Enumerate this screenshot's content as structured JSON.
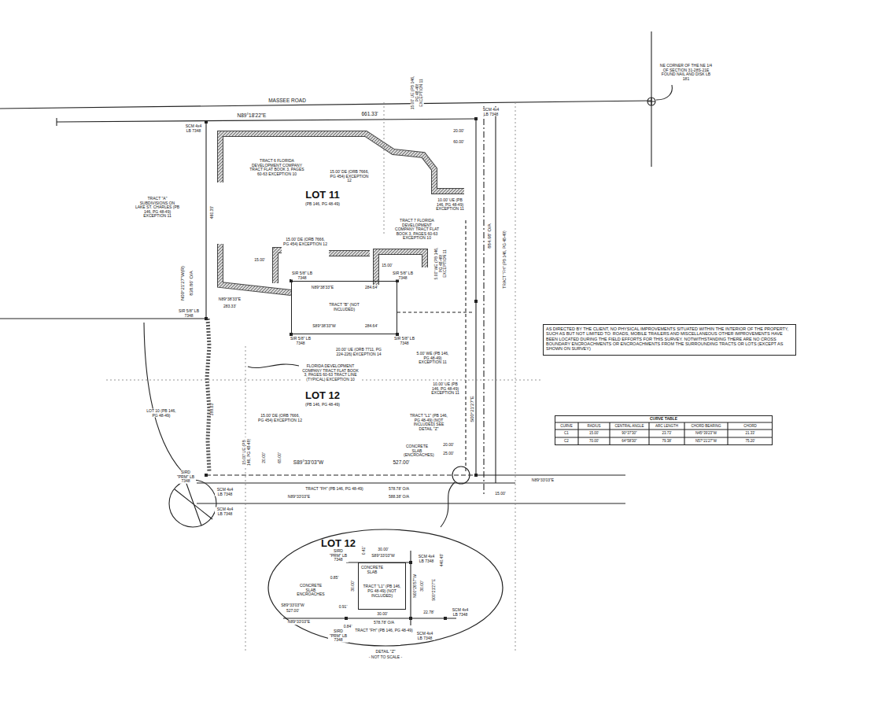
{
  "diagram": {
    "nodes": [
      {
        "text": [
          "TRACT \"B\" (NOT INCLUDED)"
        ]
      },
      {
        "text": [
          "AS DIRECTED BY THE CLIENT, NO PHYSICAL IMPROVEMENTS SITUATED WITHIN THE INTERIOR OF THE PROPERTY, SUCH AS BUT NOT LIMITED TO: ROADS, MOBILE TRAILERS AND MISCELLANEOUS OTHER IMPROVEMENTS HAVE BEEN LOCATED DURING THE FIELD EFFORTS FOR THIS SURVEY. NOTWITHSTANDING THERE ARE NO CROSS BOUNDARY ENCROACHMENTS OR ENCROACHMENTS FROM THE SURROUNDING TRACTS OR LOTS (EXCEPT AS SHOWN ON SURVEY)"
        ]
      },
      {
        "text": [
          "CURVE TABLE"
        ]
      },
      {
        "text": [
          "LOT 12",
          "DETAIL \"Z\"",
          "- NOT TO SCALE -"
        ]
      },
      {
        "text": [
          "TRACT \"L1\" (PB 146, PG 48-49) (NOT INCLUDED)"
        ],
        "in": 3
      }
    ],
    "labels": [
      "MASSEE ROAD",
      "N89°18'22\"E",
      "661.33'",
      "NE CORNER OF THE NE 1/4 OF SECTION 31-28S-21E FOUND NAIL AND DISK LB 181",
      "15.00' UE (PB 146, PG 48-49) EXCEPTION 11",
      "SCM 4x4 LB 7348",
      "SCM 4x4 LB 7348",
      "TRACT 6 FLORIDA DEVELOPMENT COMPANY TRACT FLAT BOOK 3, PAGES 60-63 EXCEPTION 10",
      "15.00' DE (ORB 7666, PG 454) EXCEPTION 12",
      "LOT 11",
      "(PB 146, PG 48-49)",
      "TRACT \"A\" SUBDIVISIONS ON LAKE ST. CHARLES (PB 146, PG 48-49) EXCEPTION 11",
      "460.35'",
      "20.00'",
      "60.00'",
      "10.00' UE (PB 146, PG 48-49) EXCEPTION 11",
      "TRACT 7 FLORIDA DEVELOPMENT COMPANY TRACT FLAT BOOK 3, PAGES 60-63 EXCEPTION 10",
      "15.00' DE (ORB 7666, PG 454) EXCEPTION 12",
      "15.00'",
      "15.00'",
      "5.00' WE (PB 146, PG 48-49) EXCEPTION 11",
      "N00°21'27\"W(R)",
      "838.86' O/A",
      "884.68' O/A",
      "S00°21'27\"E",
      "TRACT \"FH\" (PB 146, PG 48-49)",
      "SIR 5/8\" LB 7348",
      "SIR 5/8\" LB 7348",
      "N89°38'33\"E",
      "284.64'",
      "N89°38'33\"E",
      "283.33'",
      "SIR 5/8\" LB 7348",
      "S89°38'33\"W",
      "284.64'",
      "SIR 5/8\" LB 7348",
      "SIR 5/8\" LB 7348",
      "20.00' UE (ORB 7711, PG 224-226) EXCEPTION 14",
      "5.00' WE (PB 146, PG 48-49) EXCEPTION 11",
      "FLORIDA DEVELOPMENT COMPANY TRACT FLAT BOOK 3, PAGES 60-63 TRACT LINE (TYPICAL) EXCEPTION 10",
      "10.00' UE (PB 146, PG 48-49) EXCEPTION 11",
      "LOT 12",
      "(PB 146, PG 48-49)",
      "LOT 10 (PB 146, PG 48-49)",
      "15.00' DE (ORB 7666, PG 454) EXCEPTION 12",
      "TRACT \"L1\" (PB 146, PG 48-49) (NOT INCLUDED) SEE DETAIL \"Z\"",
      "CONCRETE SLAB (ENCROACHES)",
      "20.00'",
      "25.00'",
      "399.83'",
      "15.00' UE (PB 146, PG 48-49)",
      "20.00'",
      "65.00'",
      "S89°33'03\"W",
      "527.00'",
      "SIRD \"PRM\" LB 7348",
      "SCM 4x4 LB 7348",
      "SCM 4x4 LB 7348",
      "TRACT \"FH\" (PB 146, PG 48-49)",
      "578.78' O/A",
      "N89°33'03\"E",
      "588.38' O/A",
      "N89°33'03\"E",
      "15.00'",
      "CURVE",
      "RADIUS",
      "CENTRAL ANGLE",
      "ARC LENGTH",
      "CHORD BEARING",
      "CHORD",
      "C1",
      "15.00'",
      "90°37'30\"",
      "23.73'",
      "N45°39'23\"W",
      "21.33'",
      "C2",
      "70.00'",
      "64°58'30\"",
      "79.38'",
      "N57°21'27\"W",
      "75.20'",
      "SIRD \"PRM\" LB 7348",
      "0.41'",
      "30.00'",
      "S89°33'03\"W",
      "SCM 4x4 LB 7348",
      "CONCRETE SLAB",
      "0.85'",
      "CONCRETE SLAB ENCROACHES",
      "30.00'",
      "N00°26'57\"W",
      "30.00'",
      "S00°21'27\"E",
      "440.45'",
      "30.00'",
      "S89°33'03\"W",
      "527.00'",
      "N89°33'03\"E",
      "0.91'",
      "0.84'",
      "SIRD \"PRM\" LB 7348",
      "578.78' O/A",
      "TRACT \"FH\" (PB 146, PG 48-49)",
      "22.78'",
      "SCM 4x4 LB 7348",
      "SCM 4x4 LB 7348"
    ]
  }
}
